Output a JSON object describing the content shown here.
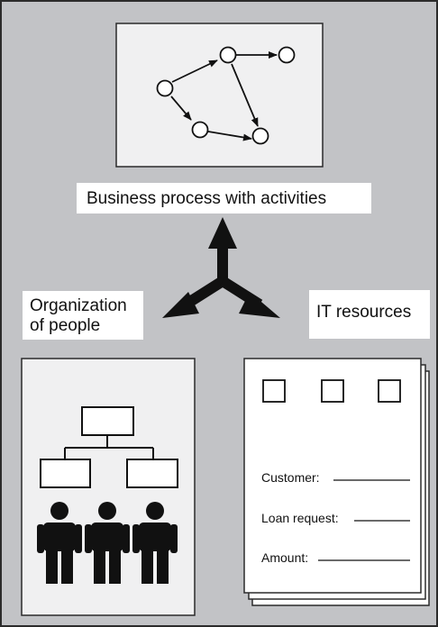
{
  "captions": {
    "process": "Business process with activities",
    "organization_line1": "Organization",
    "organization_line2": "of people",
    "it": "IT resources"
  },
  "form": {
    "customer_label": "Customer:",
    "loan_label": "Loan request:",
    "amount_label": "Amount:"
  },
  "colors": {
    "background": "#c2c3c6",
    "panel": "#ffffff",
    "ink": "#111111"
  },
  "icons": [
    "workflow-node-icon",
    "tri-arrow-icon",
    "org-chart-icon",
    "person-icon",
    "checkbox-icon"
  ]
}
